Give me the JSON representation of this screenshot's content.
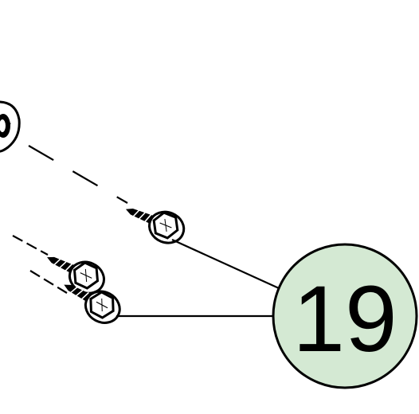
{
  "callout": {
    "number": "19",
    "fill_color": "#d4e9d3",
    "stroke_color": "#000000"
  },
  "parts": {
    "bolt_icon": "hex-flange-bolt",
    "housing_icon": "housing-fragment"
  },
  "colors": {
    "background": "#ffffff",
    "line": "#000000"
  }
}
